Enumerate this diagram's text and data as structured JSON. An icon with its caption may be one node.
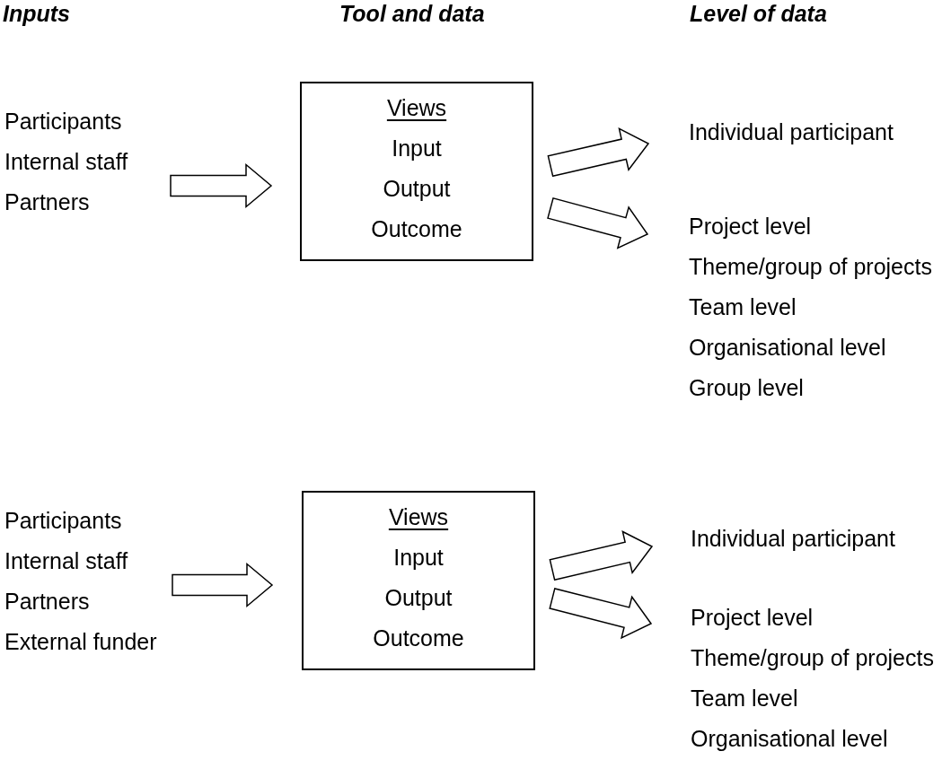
{
  "diagram": {
    "nodes": [
      {
        "text": [
          "Participants",
          "Internal staff",
          "Partners"
        ]
      },
      {
        "text": [
          "Views",
          "Input",
          "Output",
          "Outcome"
        ]
      },
      {
        "text": [
          "Individual participant"
        ]
      },
      {
        "text": [
          "Project level",
          "Theme/group of projects",
          "Team level",
          "Organisational level",
          "Group level"
        ]
      },
      {
        "text": [
          "Participants",
          "Internal staff",
          "Partners",
          "External funder"
        ]
      },
      {
        "text": [
          "Views",
          "Input",
          "Output",
          "Outcome"
        ]
      },
      {
        "text": [
          "Individual participant"
        ]
      },
      {
        "text": [
          "Project level",
          "Theme/group of projects",
          "Team level",
          "Organisational level"
        ]
      }
    ],
    "edges": [
      {
        "from": 0,
        "to": 1,
        "arrow": "to"
      },
      {
        "from": 1,
        "to": 2,
        "arrow": "to"
      },
      {
        "from": 1,
        "to": 3,
        "arrow": "to"
      },
      {
        "from": 4,
        "to": 5,
        "arrow": "to"
      },
      {
        "from": 5,
        "to": 6,
        "arrow": "to"
      },
      {
        "from": 5,
        "to": 7,
        "arrow": "to"
      }
    ],
    "labels": [
      "Inputs",
      "Tool and data",
      "Level of data"
    ]
  }
}
